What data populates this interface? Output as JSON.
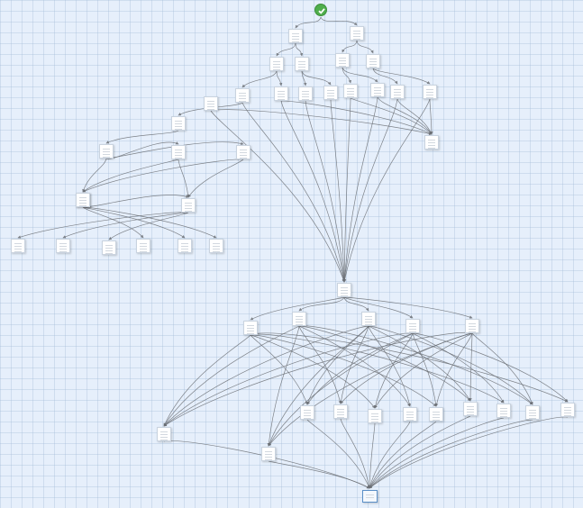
{
  "diagram": {
    "type": "workflow-flowchart",
    "colors": {
      "background": "#e6effb",
      "grid": "#c5d4e6",
      "edge": "#6b6f75",
      "node_fill": "#ffffff",
      "node_border": "#c9d3df",
      "start_icon": "#4fae4c",
      "terminal_border": "#5a8fc7"
    },
    "icons": {
      "start": "checkmark-icon",
      "node": "document-lines-icon"
    },
    "nodes": [
      {
        "id": "start",
        "kind": "start"
      },
      {
        "id": "a1",
        "kind": "doc"
      },
      {
        "id": "a2",
        "kind": "doc"
      },
      {
        "id": "b1",
        "kind": "doc"
      },
      {
        "id": "b2",
        "kind": "doc"
      },
      {
        "id": "b3",
        "kind": "doc"
      },
      {
        "id": "b4",
        "kind": "doc"
      },
      {
        "id": "c1",
        "kind": "doc"
      },
      {
        "id": "c2",
        "kind": "doc"
      },
      {
        "id": "c3",
        "kind": "doc"
      },
      {
        "id": "c4",
        "kind": "doc"
      },
      {
        "id": "c5",
        "kind": "doc"
      },
      {
        "id": "c6",
        "kind": "doc"
      },
      {
        "id": "c7",
        "kind": "doc"
      },
      {
        "id": "c8",
        "kind": "doc"
      },
      {
        "id": "c9",
        "kind": "doc"
      },
      {
        "id": "d1",
        "kind": "doc"
      },
      {
        "id": "e1",
        "kind": "doc"
      },
      {
        "id": "r1",
        "kind": "doc"
      },
      {
        "id": "f1",
        "kind": "doc"
      },
      {
        "id": "f2",
        "kind": "doc"
      },
      {
        "id": "f3",
        "kind": "doc"
      },
      {
        "id": "g1",
        "kind": "doc"
      },
      {
        "id": "g2",
        "kind": "doc"
      },
      {
        "id": "h1",
        "kind": "doc"
      },
      {
        "id": "h2",
        "kind": "doc"
      },
      {
        "id": "h3",
        "kind": "doc"
      },
      {
        "id": "h4",
        "kind": "doc"
      },
      {
        "id": "h5",
        "kind": "doc"
      },
      {
        "id": "h6",
        "kind": "doc"
      },
      {
        "id": "m",
        "kind": "doc"
      },
      {
        "id": "n1",
        "kind": "doc"
      },
      {
        "id": "n2",
        "kind": "doc"
      },
      {
        "id": "n3",
        "kind": "doc"
      },
      {
        "id": "n4",
        "kind": "doc"
      },
      {
        "id": "n5",
        "kind": "doc"
      },
      {
        "id": "o1",
        "kind": "doc"
      },
      {
        "id": "o2",
        "kind": "doc"
      },
      {
        "id": "o3",
        "kind": "doc"
      },
      {
        "id": "o4",
        "kind": "doc"
      },
      {
        "id": "o5",
        "kind": "doc"
      },
      {
        "id": "o6",
        "kind": "doc"
      },
      {
        "id": "o7",
        "kind": "doc"
      },
      {
        "id": "o8",
        "kind": "doc"
      },
      {
        "id": "o9",
        "kind": "doc"
      },
      {
        "id": "p1",
        "kind": "doc"
      },
      {
        "id": "p2",
        "kind": "doc"
      },
      {
        "id": "end",
        "kind": "terminal"
      }
    ],
    "edges": [
      [
        "start",
        "a1"
      ],
      [
        "start",
        "a2"
      ],
      [
        "a1",
        "b1"
      ],
      [
        "a1",
        "b2"
      ],
      [
        "a2",
        "b3"
      ],
      [
        "a2",
        "b4"
      ],
      [
        "b1",
        "c1"
      ],
      [
        "b1",
        "c2"
      ],
      [
        "b2",
        "c3"
      ],
      [
        "b2",
        "c4"
      ],
      [
        "b3",
        "c5"
      ],
      [
        "b3",
        "c6"
      ],
      [
        "b4",
        "c7"
      ],
      [
        "b4",
        "c8"
      ],
      [
        "c1",
        "d1"
      ],
      [
        "c2",
        "r1"
      ],
      [
        "c5",
        "r1"
      ],
      [
        "c6",
        "r1"
      ],
      [
        "c7",
        "r1"
      ],
      [
        "c8",
        "r1"
      ],
      [
        "c9",
        "r1"
      ],
      [
        "d1",
        "e1"
      ],
      [
        "e1",
        "f1"
      ],
      [
        "e1",
        "f2"
      ],
      [
        "e1",
        "f3"
      ],
      [
        "f1",
        "g1"
      ],
      [
        "f1",
        "g2"
      ],
      [
        "f2",
        "g2"
      ],
      [
        "f2",
        "g1"
      ],
      [
        "f3",
        "g1"
      ],
      [
        "g1",
        "h1"
      ],
      [
        "g1",
        "h2"
      ],
      [
        "g1",
        "h3"
      ],
      [
        "g2",
        "h4"
      ],
      [
        "g2",
        "h5"
      ],
      [
        "g2",
        "h6"
      ],
      [
        "c1",
        "m"
      ],
      [
        "c2",
        "m"
      ],
      [
        "c3",
        "m"
      ],
      [
        "c4",
        "m"
      ],
      [
        "c5",
        "m"
      ],
      [
        "c6",
        "m"
      ],
      [
        "c7",
        "m"
      ],
      [
        "c8",
        "m"
      ],
      [
        "c9",
        "m"
      ],
      [
        "m",
        "n1"
      ],
      [
        "m",
        "n2"
      ],
      [
        "m",
        "n3"
      ],
      [
        "m",
        "n4"
      ],
      [
        "m",
        "n5"
      ],
      [
        "n1",
        "o1"
      ],
      [
        "n1",
        "o3"
      ],
      [
        "n1",
        "o5"
      ],
      [
        "n1",
        "o7"
      ],
      [
        "n1",
        "o9"
      ],
      [
        "n1",
        "p1"
      ],
      [
        "n2",
        "o2"
      ],
      [
        "n2",
        "o4"
      ],
      [
        "n2",
        "o6"
      ],
      [
        "n2",
        "o8"
      ],
      [
        "n2",
        "p2"
      ],
      [
        "n2",
        "p1"
      ],
      [
        "n3",
        "o1"
      ],
      [
        "n3",
        "o2"
      ],
      [
        "n3",
        "o4"
      ],
      [
        "n3",
        "o6"
      ],
      [
        "n3",
        "o8"
      ],
      [
        "n3",
        "p2"
      ],
      [
        "n3",
        "p1"
      ],
      [
        "n4",
        "o1"
      ],
      [
        "n4",
        "o3"
      ],
      [
        "n4",
        "o5"
      ],
      [
        "n4",
        "o7"
      ],
      [
        "n4",
        "o9"
      ],
      [
        "n4",
        "p1"
      ],
      [
        "n4",
        "p2"
      ],
      [
        "n5",
        "o2"
      ],
      [
        "n5",
        "o3"
      ],
      [
        "n5",
        "o5"
      ],
      [
        "n5",
        "o6"
      ],
      [
        "n5",
        "o8"
      ],
      [
        "n5",
        "p1"
      ],
      [
        "n5",
        "p2"
      ],
      [
        "o1",
        "end"
      ],
      [
        "o2",
        "end"
      ],
      [
        "o3",
        "end"
      ],
      [
        "o4",
        "end"
      ],
      [
        "o5",
        "end"
      ],
      [
        "o6",
        "end"
      ],
      [
        "o7",
        "end"
      ],
      [
        "o8",
        "end"
      ],
      [
        "o9",
        "end"
      ],
      [
        "p1",
        "end"
      ],
      [
        "p2",
        "end"
      ]
    ]
  }
}
